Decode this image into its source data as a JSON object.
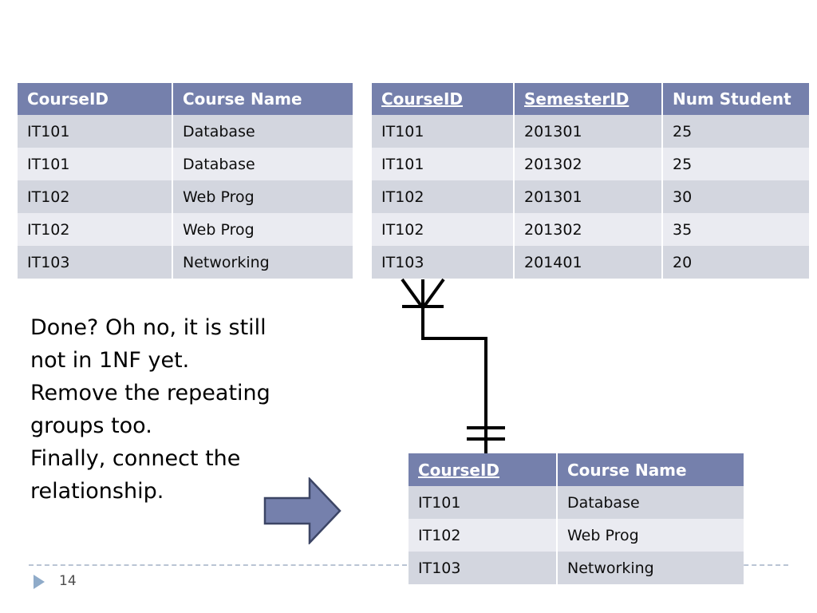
{
  "slide": {
    "number": "14",
    "background_color": "#ffffff",
    "header_color": "#7580ac",
    "row_color_odd": "#d3d6df",
    "row_color_even": "#eaebf1",
    "accent_color": "#7580ac",
    "footer_triangle_color": "#8fabc9",
    "footer_rule_color": "#b9c4d4"
  },
  "narrative": {
    "line1": "Done? Oh no, it is still",
    "line2": "not in 1NF yet.",
    "line3": "Remove the repeating",
    "line4": "groups too.",
    "line5": "Finally, connect the",
    "line6": "relationship."
  },
  "table_a": {
    "name": "course-table-unnormalised",
    "headers": [
      {
        "label": "CourseID",
        "primary_key": false
      },
      {
        "label": "Course Name",
        "primary_key": false
      }
    ],
    "rows": [
      {
        "course_id": "IT101",
        "course_name": "Database"
      },
      {
        "course_id": "IT101",
        "course_name": "Database"
      },
      {
        "course_id": "IT102",
        "course_name": "Web Prog"
      },
      {
        "course_id": "IT102",
        "course_name": "Web Prog"
      },
      {
        "course_id": "IT103",
        "course_name": "Networking"
      }
    ]
  },
  "table_b": {
    "name": "course-semester-enrolment",
    "headers": [
      {
        "label": "CourseID",
        "primary_key": true
      },
      {
        "label": "SemesterID",
        "primary_key": true
      },
      {
        "label": "Num Student",
        "primary_key": false
      }
    ],
    "rows": [
      {
        "course_id": "IT101",
        "semester_id": "201301",
        "num_student": "25"
      },
      {
        "course_id": "IT101",
        "semester_id": "201302",
        "num_student": "25"
      },
      {
        "course_id": "IT102",
        "semester_id": "201301",
        "num_student": "30"
      },
      {
        "course_id": "IT102",
        "semester_id": "201302",
        "num_student": "35"
      },
      {
        "course_id": "IT103",
        "semester_id": "201401",
        "num_student": "20"
      }
    ]
  },
  "table_c": {
    "name": "course-table-normalised",
    "headers": [
      {
        "label": "CourseID",
        "primary_key": true
      },
      {
        "label": "Course Name",
        "primary_key": false
      }
    ],
    "rows": [
      {
        "course_id": "IT101",
        "course_name": "Database"
      },
      {
        "course_id": "IT102",
        "course_name": "Web Prog"
      },
      {
        "course_id": "IT103",
        "course_name": "Networking"
      }
    ]
  },
  "relationship": {
    "from_table": "course-semester-enrolment",
    "to_table": "course-table-normalised",
    "from_cardinality": "many",
    "to_cardinality": "one-and-only-one",
    "notation": "crows-foot",
    "line_color": "#000000"
  },
  "arrow": {
    "direction": "right",
    "fill_color": "#7580ac",
    "stroke_color": "#3c4565"
  }
}
